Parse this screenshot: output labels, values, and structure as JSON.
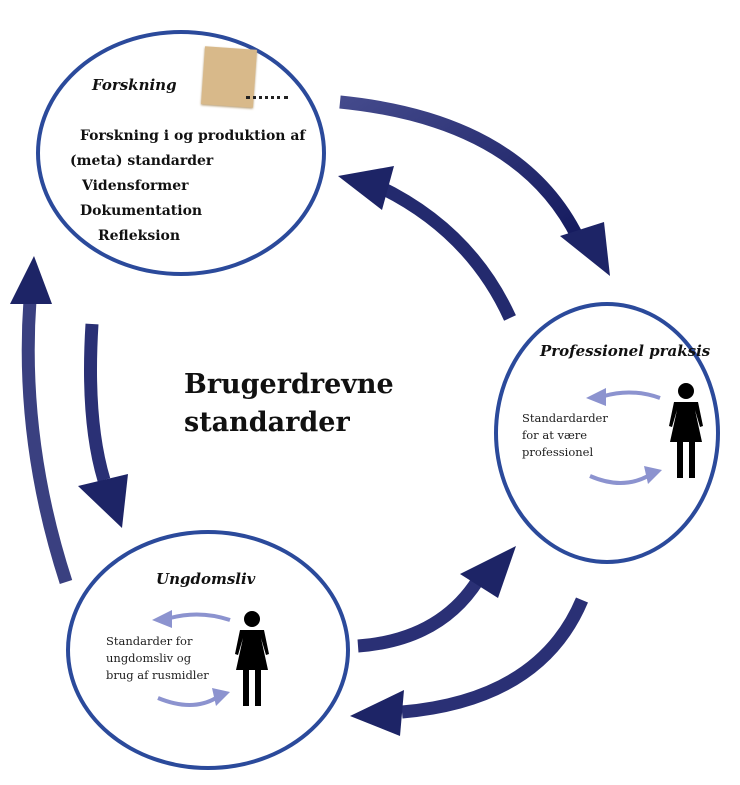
{
  "main_title": {
    "line1": "Brugerdrevne",
    "line2": "standarder"
  },
  "forskning": {
    "heading": "Forskning",
    "items": [
      "Forskning i og produktion af",
      "(meta) standarder",
      "Vidensformer",
      "Dokumentation",
      "Refleksion"
    ]
  },
  "professionel": {
    "heading": "Professionel praksis",
    "lines": [
      "Standardarder",
      "for at være",
      "professionel"
    ]
  },
  "ungdomsliv": {
    "heading": "Ungdomsliv",
    "lines": [
      "Standarder for",
      "ungdomsliv og",
      "brug af rusmidler"
    ]
  },
  "colors": {
    "ring": "#2b4a9b",
    "arrow_dark": "#1d2466",
    "arrow_light": "#8c93cf"
  },
  "icons": [
    "woman-icon",
    "cycle-arrow-icon",
    "sticky-note-icon"
  ]
}
